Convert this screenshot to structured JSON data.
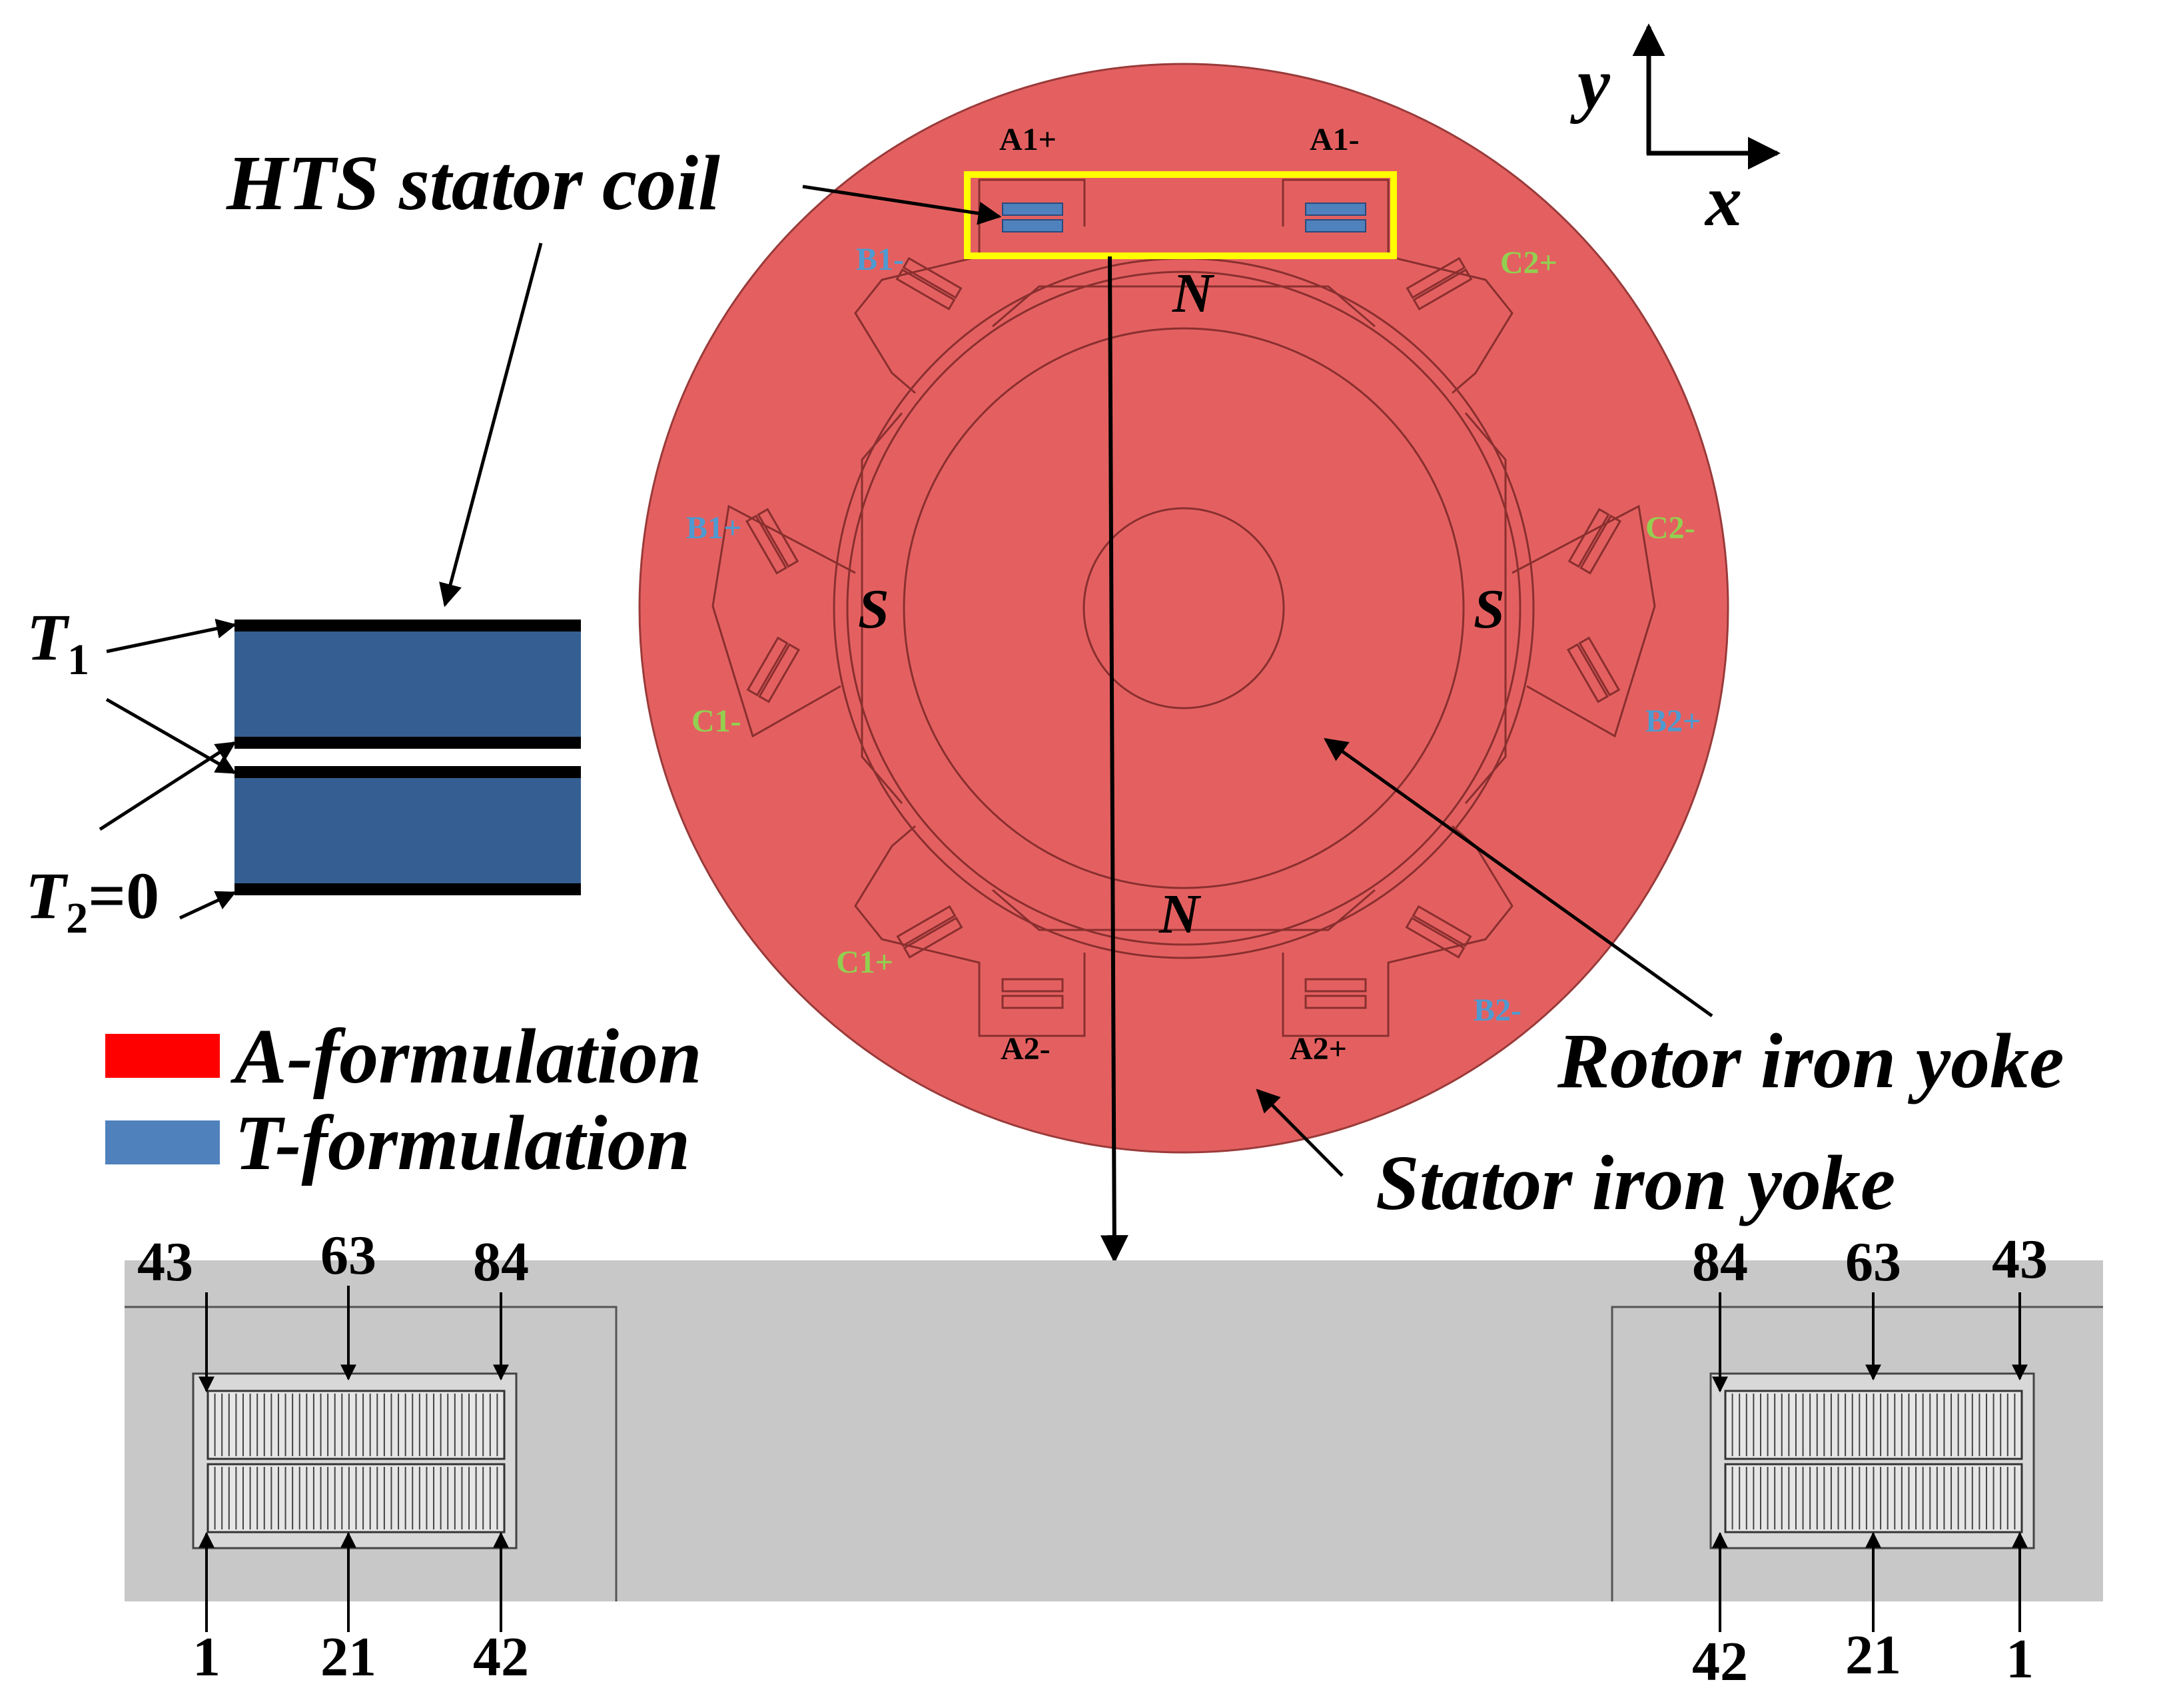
{
  "labels": {
    "hts_stator_coil": "HTS stator coil",
    "rotor_iron_yoke": "Rotor iron yoke",
    "stator_iron_yoke": "Stator iron yoke",
    "axis_x": "x",
    "axis_y": "y",
    "pole_n": "N",
    "pole_s": "S"
  },
  "boundary_conditions": {
    "t1_main": "T",
    "t1_sub": "1",
    "t2_main": "T",
    "t2_sub": "2",
    "t2_eq": "=0"
  },
  "legend": [
    {
      "label": "A-formulation",
      "color": "#ff0000"
    },
    {
      "label": "T-formulation",
      "color": "#4f81bd"
    }
  ],
  "coil_phases": {
    "a1_plus": "A1+",
    "a1_minus": "A1-",
    "a2_minus": "A2-",
    "a2_plus": "A2+",
    "b1_minus": "B1-",
    "b1_plus": "B1+",
    "b2_plus": "B2+",
    "b2_minus": "B2-",
    "c1_minus": "C1-",
    "c1_plus": "C1+",
    "c2_plus": "C2+",
    "c2_minus": "C2-"
  },
  "tape_numbers": {
    "left_top": [
      "43",
      "63",
      "84"
    ],
    "left_bottom": [
      "1",
      "21",
      "42"
    ],
    "right_top": [
      "84",
      "63",
      "43"
    ],
    "right_bottom": [
      "42",
      "21",
      "1"
    ]
  },
  "colors": {
    "iron": "#e46060",
    "t_domain": "#4f81bd",
    "coil_dark": "#355f92",
    "highlight": "#ffff00",
    "phase_a": "#000000",
    "phase_b": "#4f9ad0",
    "phase_c": "#92d050",
    "detail_bg": "#c8c8c8"
  }
}
